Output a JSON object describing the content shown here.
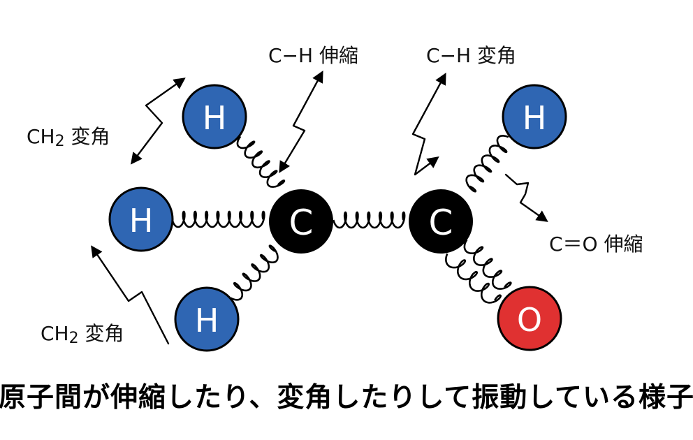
{
  "atoms": {
    "c1": {
      "symbol": "C"
    },
    "c2": {
      "symbol": "C"
    },
    "h_top_left": {
      "symbol": "H"
    },
    "h_mid_left": {
      "symbol": "H"
    },
    "h_bottom_left": {
      "symbol": "H"
    },
    "h_top_right": {
      "symbol": "H"
    },
    "o_bottom_right": {
      "symbol": "O"
    }
  },
  "colors": {
    "carbon": "#000000",
    "hydrogen": "#2f66b3",
    "oxygen": "#e03131",
    "spring": "#000000"
  },
  "labels": {
    "ch_stretch": "C−H 伸縮",
    "ch_bend": "C−H 変角",
    "ch2_bend_upper_main": "CH",
    "ch2_bend_upper_sub": "2",
    "ch2_bend_upper_tail": " 変角",
    "ch2_bend_lower_main": "CH",
    "ch2_bend_lower_sub": "2",
    "ch2_bend_lower_tail": " 変角",
    "co_stretch": "C＝O 伸縮"
  },
  "caption": "原子間が伸縮したり、変角したりして振動している様子"
}
